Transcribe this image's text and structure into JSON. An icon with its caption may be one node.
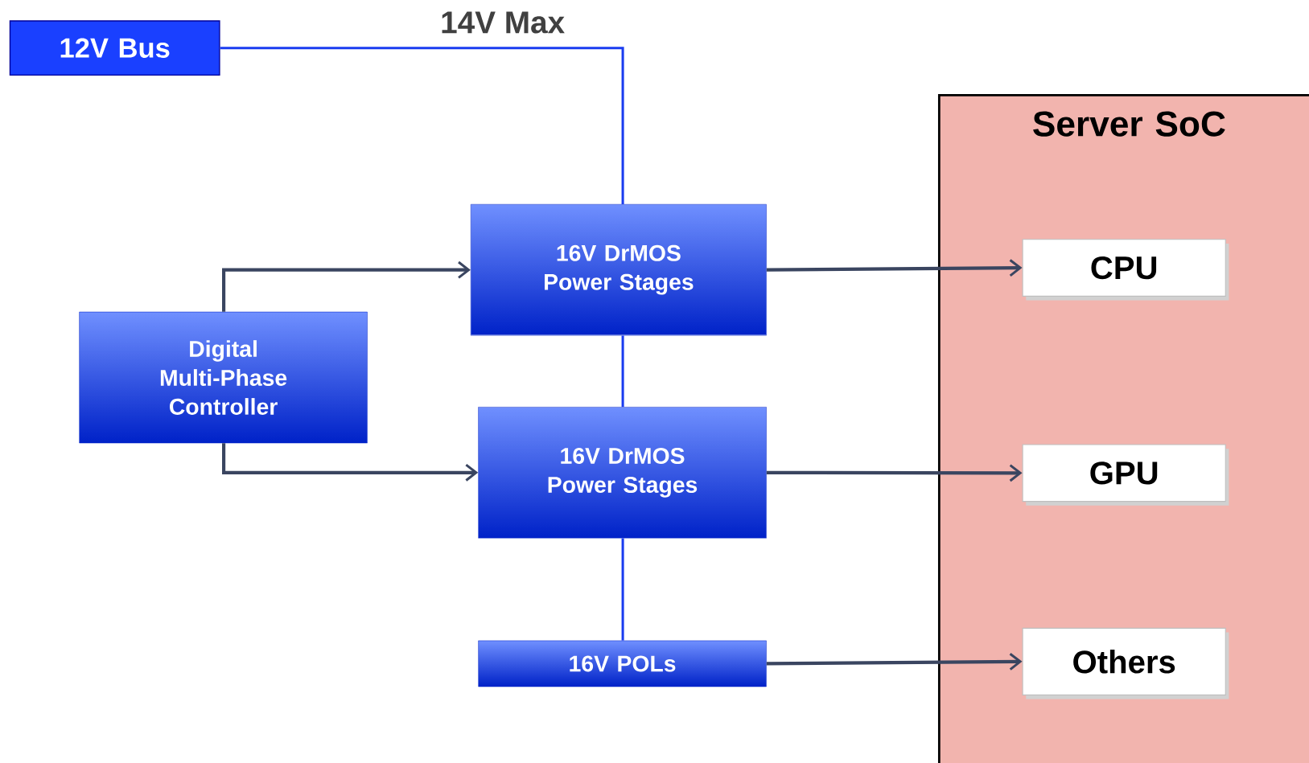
{
  "diagram": {
    "nodes": [
      {
        "text": [
          "12V Bus"
        ]
      },
      {
        "text": [
          "16V DrMOS Power Stages"
        ]
      },
      {
        "text": [
          "Digital Multi-Phase Controller"
        ]
      },
      {
        "text": [
          "16V DrMOS Power Stages"
        ]
      },
      {
        "text": [
          "16V POLs"
        ]
      },
      {
        "text": [
          "Server SoC"
        ]
      },
      {
        "text": [
          "CPU"
        ],
        "in": 5
      },
      {
        "text": [
          "GPU"
        ],
        "in": 5
      },
      {
        "text": [
          "Others"
        ],
        "in": 5
      }
    ],
    "edges": [
      {
        "from": 0,
        "to": 1,
        "arrow": "none",
        "label": "14V Max",
        "color": "#1a3cf0"
      },
      {
        "from": 1,
        "to": 3,
        "arrow": "none",
        "color": "#1a3cf0"
      },
      {
        "from": 3,
        "to": 4,
        "arrow": "none",
        "color": "#1a3cf0"
      },
      {
        "from": 2,
        "to": 1,
        "arrow": "to"
      },
      {
        "from": 2,
        "to": 3,
        "arrow": "to"
      },
      {
        "from": 1,
        "to": 6,
        "arrow": "to"
      },
      {
        "from": 3,
        "to": 7,
        "arrow": "to"
      },
      {
        "from": 4,
        "to": 8,
        "arrow": "to"
      }
    ]
  }
}
